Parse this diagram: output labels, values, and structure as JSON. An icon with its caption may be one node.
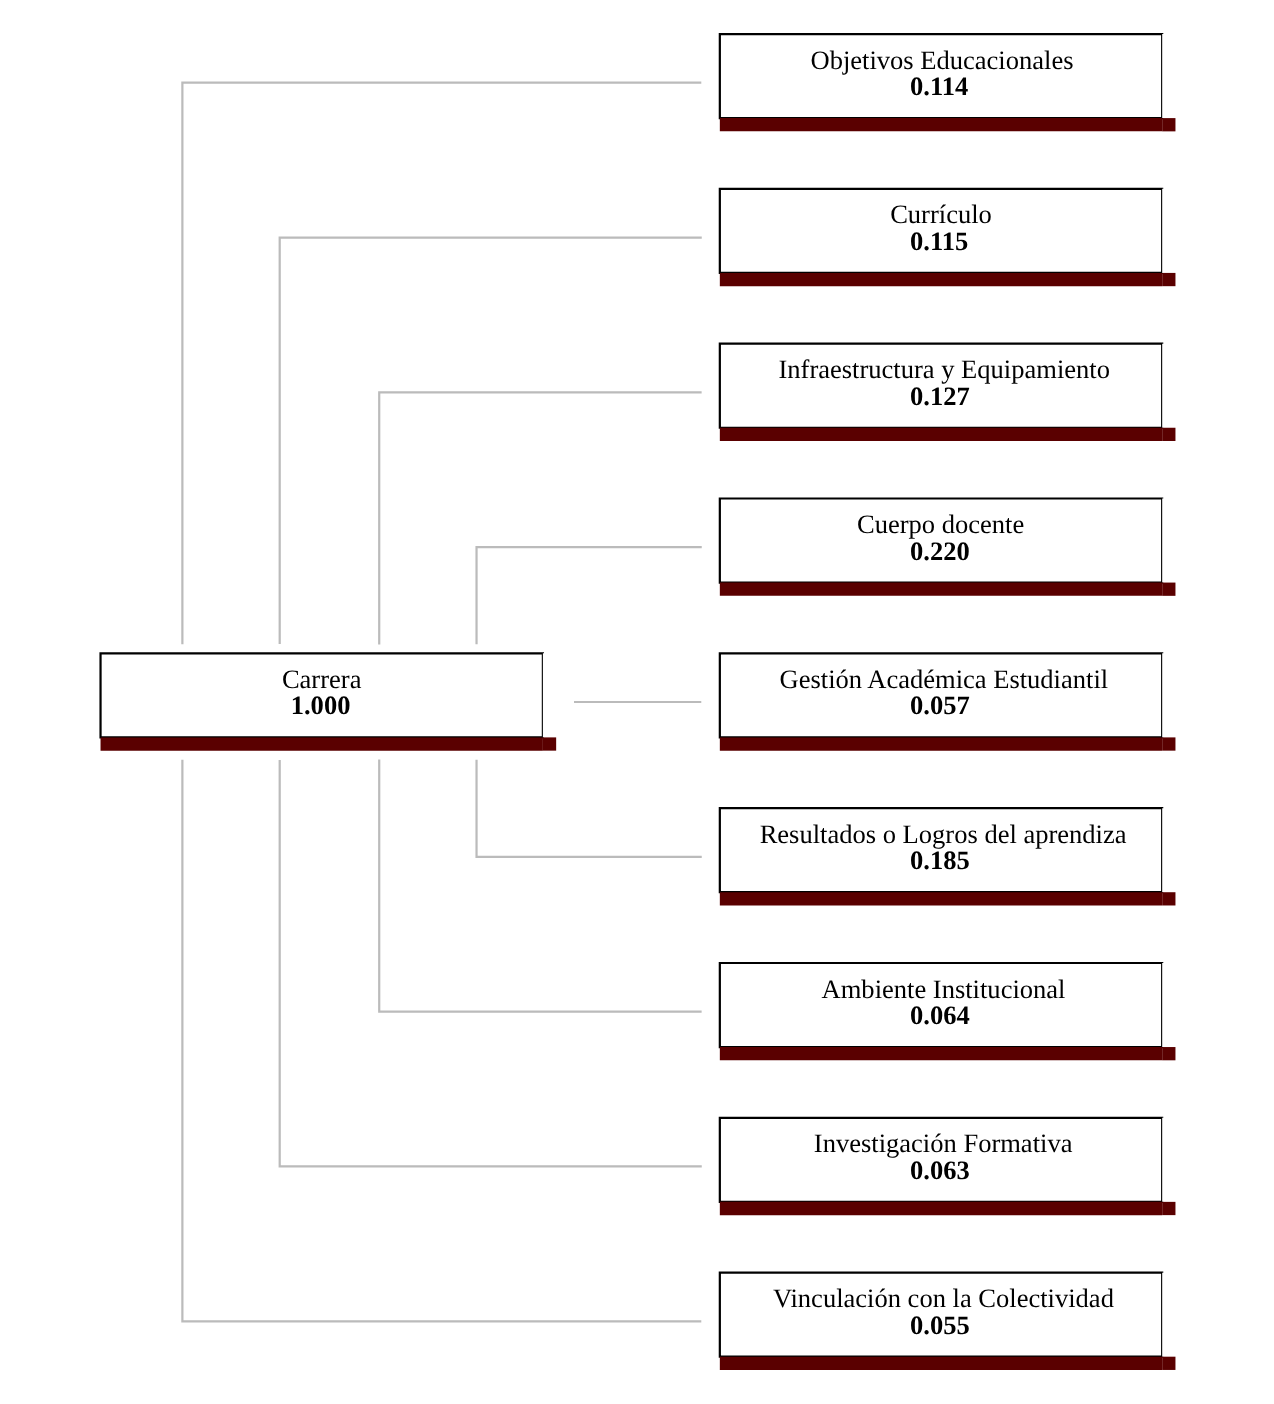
{
  "diagram": {
    "nodes": [
      {
        "text": [
          "Carrera",
          "1.000"
        ]
      },
      {
        "text": [
          "Objetivos Educacionales",
          "0.114"
        ]
      },
      {
        "text": [
          "Currículo",
          "0.115"
        ]
      },
      {
        "text": [
          "Infraestructura y Equipamiento",
          "0.127"
        ]
      },
      {
        "text": [
          "Cuerpo docente",
          "0.220"
        ]
      },
      {
        "text": [
          "Gestión Académica Estudiantil",
          "0.057"
        ]
      },
      {
        "text": [
          "Resultados o Logros del aprendiza",
          "0.185"
        ]
      },
      {
        "text": [
          "Ambiente Institucional",
          "0.064"
        ]
      },
      {
        "text": [
          "Investigación Formativa",
          "0.063"
        ]
      },
      {
        "text": [
          "Vinculación con la Colectividad",
          "0.055"
        ]
      }
    ],
    "edges": [
      {
        "from": 0,
        "to": 1,
        "arrow": "none"
      },
      {
        "from": 0,
        "to": 2,
        "arrow": "none"
      },
      {
        "from": 0,
        "to": 3,
        "arrow": "none"
      },
      {
        "from": 0,
        "to": 4,
        "arrow": "none"
      },
      {
        "from": 0,
        "to": 5,
        "arrow": "none"
      },
      {
        "from": 0,
        "to": 6,
        "arrow": "none"
      },
      {
        "from": 0,
        "to": 7,
        "arrow": "none"
      },
      {
        "from": 0,
        "to": 8,
        "arrow": "none"
      },
      {
        "from": 0,
        "to": 9,
        "arrow": "none"
      }
    ]
  }
}
